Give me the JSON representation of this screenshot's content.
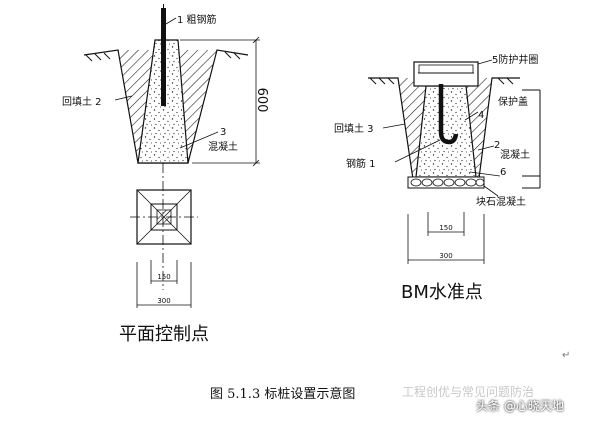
{
  "left_figure": {
    "label_rebar": "1 粗钢筋",
    "label_backfill": "回填土 2",
    "label_concrete_num": "3",
    "label_concrete": "混凝土",
    "dim_height": "600",
    "dim_inner": "150",
    "dim_outer": "300",
    "title": "平面控制点"
  },
  "right_figure": {
    "label_cover": "5防护井圈",
    "label_protect": "保护盖",
    "label_backfill": "回填土 3",
    "label_num4": "4",
    "label_num2": "2",
    "label_concrete": "混凝土",
    "label_rebar": "钢筋 1",
    "label_num6": "6",
    "label_rubble": "块石混凝土",
    "dim_inner": "150",
    "dim_outer": "300",
    "title": "BM水准点"
  },
  "caption": "图 5.1.3 标桩设置示意图",
  "watermark": {
    "text": "工程创优与常见问题防治",
    "author": "头条 @心晓天地"
  },
  "paragraph_mark": "↵"
}
